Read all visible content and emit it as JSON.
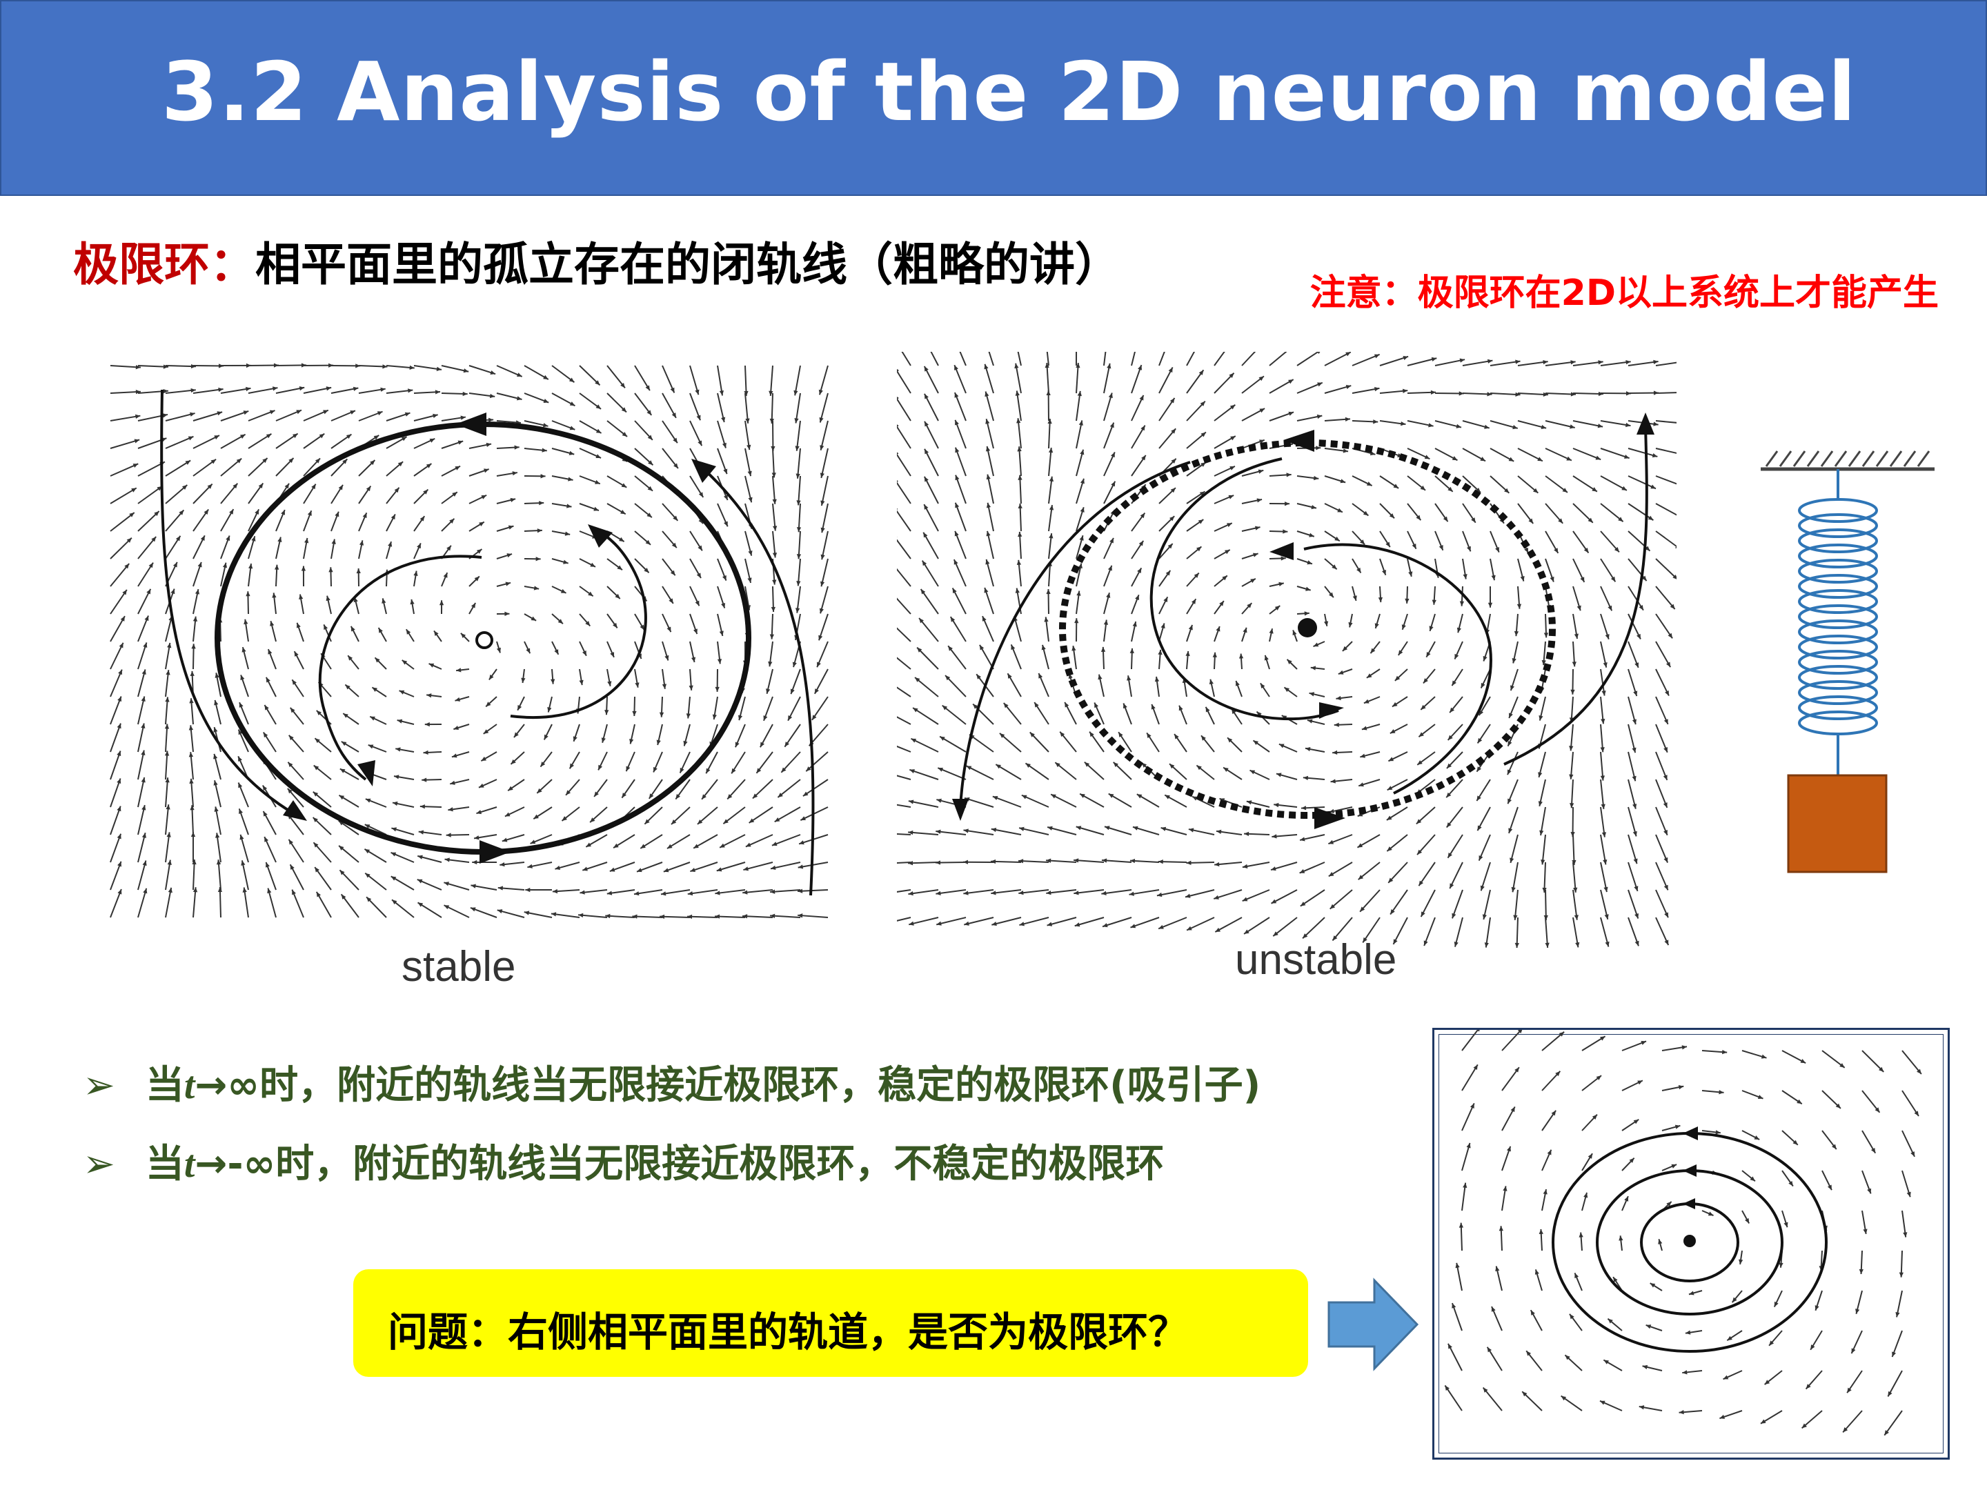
{
  "title": "3.2 Analysis of the 2D neuron model",
  "definition": {
    "term": "极限环：",
    "text": "相平面里的孤立存在的闭轨线（粗略的讲）"
  },
  "note": "注意：极限环在2D以上系统上才能产生",
  "figures": {
    "stable_label": "stable",
    "unstable_label": "unstable"
  },
  "bullets": [
    {
      "pre": "当",
      "t": "t",
      "arrow": "→∞",
      "post": "时，附近的轨线当无限接近极限环，稳定的极限环(吸引子)"
    },
    {
      "pre": "当",
      "t": "t",
      "arrow": "→-∞",
      "post": "时，附近的轨线当无限接近极限环，不稳定的极限环"
    }
  ],
  "question": "问题：右侧相平面里的轨道，是否为极限环？",
  "colors": {
    "header": "#4472c4",
    "term": "#c00000",
    "note": "#ff0000",
    "bullet": "#385723",
    "question_bg": "#ffff00",
    "arrow": "#5b9bd5",
    "mass": "#c55a11",
    "spring": "#2e75b6"
  },
  "icons": {
    "bullet": "arrowhead-bullet-icon",
    "pointer": "right-block-arrow-icon"
  }
}
